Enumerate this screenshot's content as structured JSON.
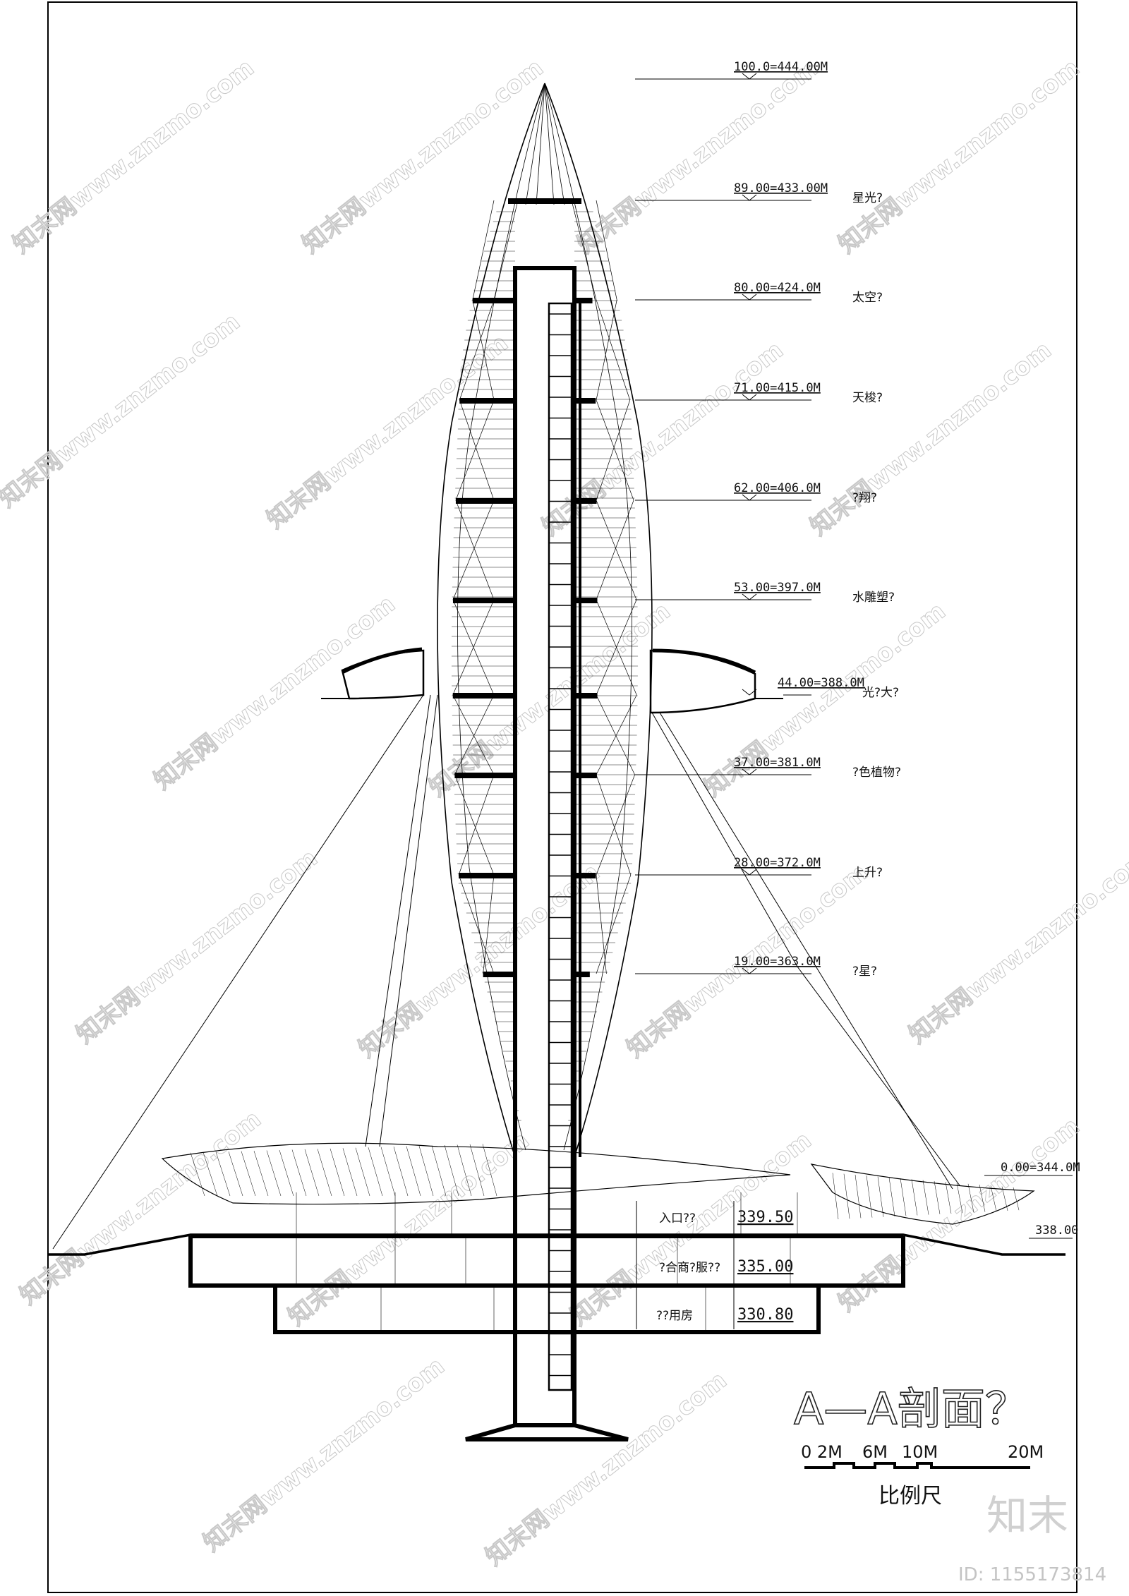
{
  "drawing": {
    "title": "A—A剖面？",
    "scale_bar": {
      "labels": [
        "0 2M",
        "6M",
        "10M",
        "20M"
      ],
      "caption": "比例尺"
    },
    "levels": [
      {
        "elevation": "100.0=444.00M",
        "name": ""
      },
      {
        "elevation": "89.00=433.00M",
        "name": "星光?"
      },
      {
        "elevation": "80.00=424.0M",
        "name": "太空?"
      },
      {
        "elevation": "71.00=415.0M",
        "name": "天梭?"
      },
      {
        "elevation": "62.00=406.0M",
        "name": "?翔?"
      },
      {
        "elevation": "53.00=397.0M",
        "name": "水雕塑?"
      },
      {
        "elevation": "44.00=388.0M",
        "name": "光?大?"
      },
      {
        "elevation": "37.00=381.0M",
        "name": "?色植物?"
      },
      {
        "elevation": "28.00=372.0M",
        "name": "上升?"
      },
      {
        "elevation": "19.00=363.0M",
        "name": "?星?"
      }
    ],
    "ground_levels": {
      "plaza": "0.00=344.0M",
      "grade": "338.00"
    },
    "basement_rooms": [
      {
        "name": "入口??",
        "elevation": "339.50"
      },
      {
        "name": "?合商?服??",
        "elevation": "335.00"
      },
      {
        "name": "??用房",
        "elevation": "330.80"
      }
    ]
  },
  "watermark": {
    "text": "知末网www.znzmo.com",
    "logo": "知末",
    "id_label": "ID: 1155173814"
  }
}
